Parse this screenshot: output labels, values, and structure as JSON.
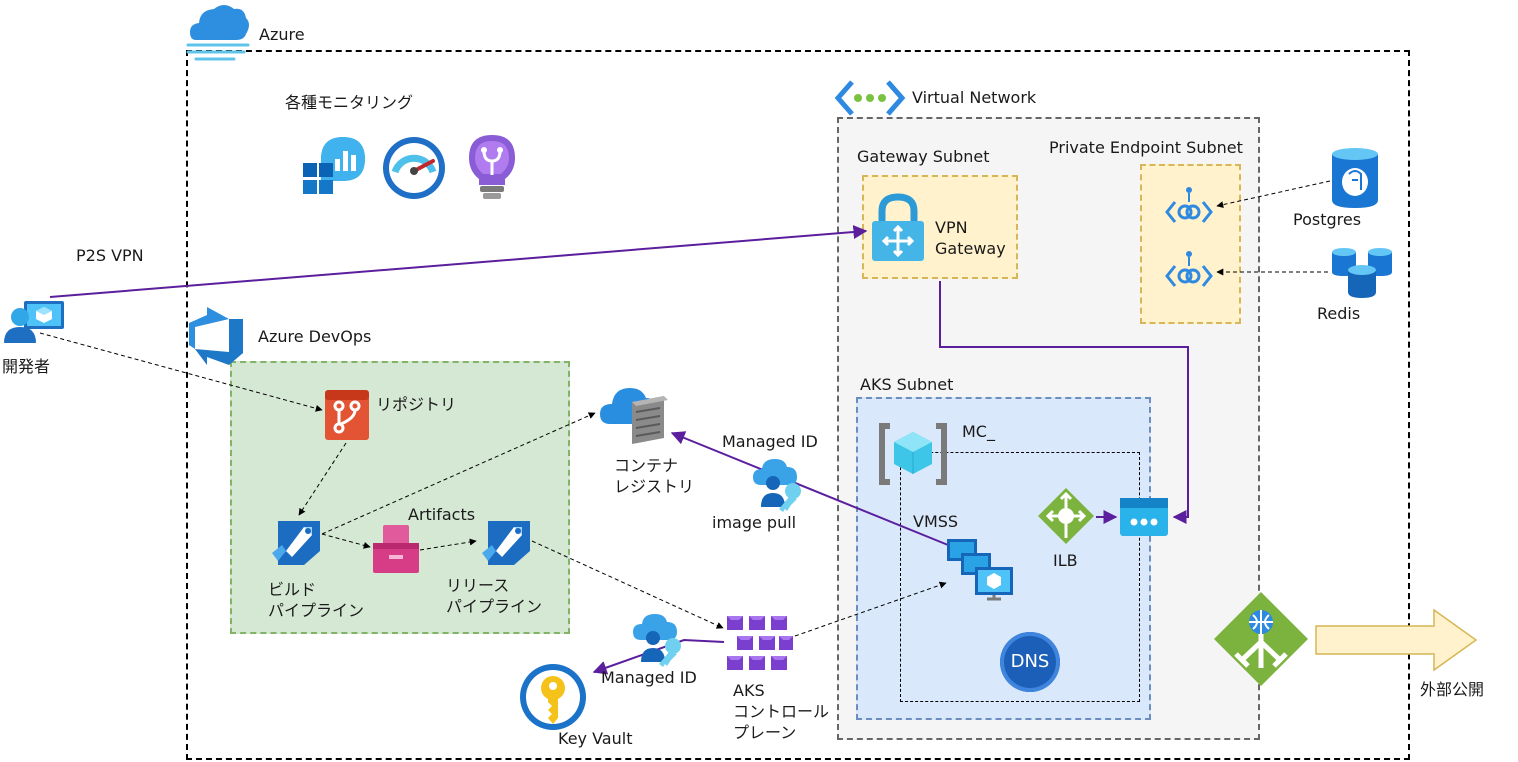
{
  "azure": {
    "label": "Azure"
  },
  "monitoring": {
    "label": "各種モニタリング",
    "icons": [
      "monitor-dashboard-icon",
      "gauge-icon",
      "lightbulb-insights-icon"
    ]
  },
  "developer": {
    "label": "開発者"
  },
  "p2s_vpn": {
    "label": "P2S VPN"
  },
  "devops": {
    "label": "Azure DevOps",
    "repository": "リポジトリ",
    "build": "ビルド\nパイプライン",
    "artifacts": "Artifacts",
    "release": "リリース\nパイプライン"
  },
  "registry": {
    "label": "コンテナ\nレジストリ"
  },
  "managed_id_pull": {
    "label": "Managed ID",
    "sub_label": "image pull"
  },
  "managed_id_kv": {
    "label": "Managed ID"
  },
  "key_vault": {
    "label": "Key Vault"
  },
  "aks_control": {
    "label": "AKS\nコントロール\nプレーン"
  },
  "vnet": {
    "label": "Virtual Network",
    "gateway_subnet": "Gateway Subnet",
    "vpn_gateway": "VPN\nGateway",
    "pe_subnet": "Private Endpoint Subnet",
    "aks_subnet": "AKS Subnet",
    "mc": "MC_",
    "vmss": "VMSS",
    "ilb": "ILB",
    "dns": "DNS"
  },
  "postgres": {
    "label": "Postgres"
  },
  "redis": {
    "label": "Redis"
  },
  "publish": {
    "label": "外部公開"
  },
  "colors": {
    "purple_edge": "#5b1f9e",
    "azure_blue": "#0078d4",
    "devops_fill": "#d5e8d4",
    "devops_border": "#82b366",
    "subnet_yellow": "#fff2cc",
    "subnet_yellow_border": "#d6b656",
    "aks_subnet_fill": "#dae8fc",
    "aks_subnet_border": "#6c8ebf",
    "vnet_fill": "#f5f5f5",
    "arrow_fill": "#fff2cc"
  }
}
